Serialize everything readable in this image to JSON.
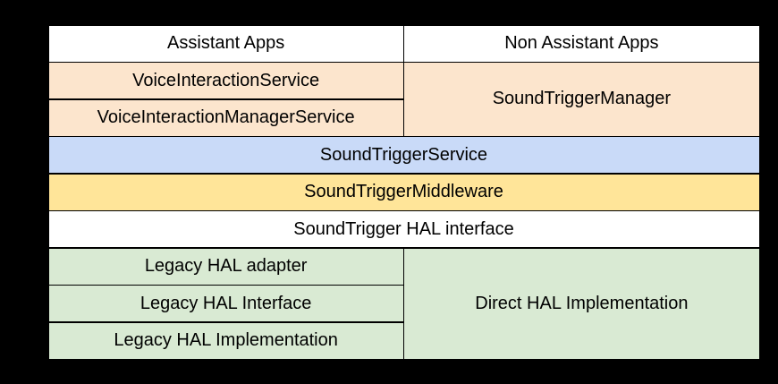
{
  "colors": {
    "background": "#000000",
    "border": "#000000",
    "text": "#000000",
    "white": "#ffffff",
    "peach": "#fce5cd",
    "blue": "#c9daf8",
    "yellow": "#ffe599",
    "green": "#d9ead3"
  },
  "diagram": {
    "description": "SoundTrigger stack layered architecture diagram",
    "cells": [
      {
        "id": "assistant-apps",
        "label": "Assistant Apps",
        "color": "white"
      },
      {
        "id": "non-assistant-apps",
        "label": "Non Assistant Apps",
        "color": "white"
      },
      {
        "id": "voice-interaction-service",
        "label": "VoiceInteractionService",
        "color": "peach"
      },
      {
        "id": "sound-trigger-manager",
        "label": "SoundTriggerManager",
        "color": "peach"
      },
      {
        "id": "voice-interaction-manager-service",
        "label": "VoiceInteractionManagerService",
        "color": "peach"
      },
      {
        "id": "sound-trigger-service",
        "label": "SoundTriggerService",
        "color": "blue"
      },
      {
        "id": "sound-trigger-middleware",
        "label": "SoundTriggerMiddleware",
        "color": "yellow"
      },
      {
        "id": "sound-trigger-hal-interface",
        "label": "SoundTrigger HAL interface",
        "color": "white"
      },
      {
        "id": "legacy-hal-adapter",
        "label": "Legacy HAL adapter",
        "color": "green"
      },
      {
        "id": "direct-hal-implementation",
        "label": "Direct HAL Implementation",
        "color": "green"
      },
      {
        "id": "legacy-hal-interface",
        "label": "Legacy HAL Interface",
        "color": "green"
      },
      {
        "id": "legacy-hal-implementation",
        "label": "Legacy HAL Implementation",
        "color": "green"
      }
    ]
  }
}
